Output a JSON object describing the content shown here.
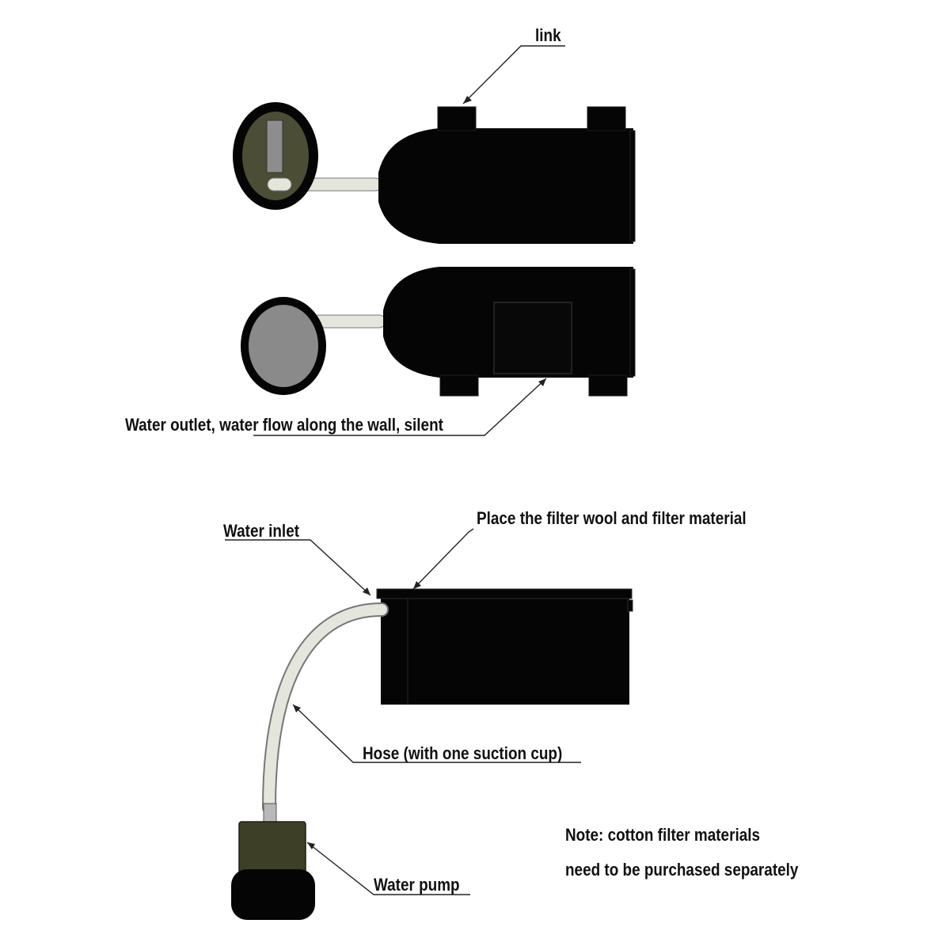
{
  "labels": {
    "link": "link",
    "water_outlet": "Water outlet, water flow along the wall, silent",
    "water_inlet": "Water inlet",
    "filter_place": "Place the filter wool and filter material",
    "hose": "Hose (with one suction cup)",
    "water_pump": "Water pump",
    "note_line1": "Note: cotton filter materials",
    "note_line2": "need to be purchased separately"
  },
  "colors": {
    "body": "#050505",
    "hose": "#e4e6dc",
    "pump": "#3d4027",
    "suction_disc_top": "#4b4e34",
    "suction_disc_bottom": "#8a8a8a",
    "leader": "#222222"
  }
}
